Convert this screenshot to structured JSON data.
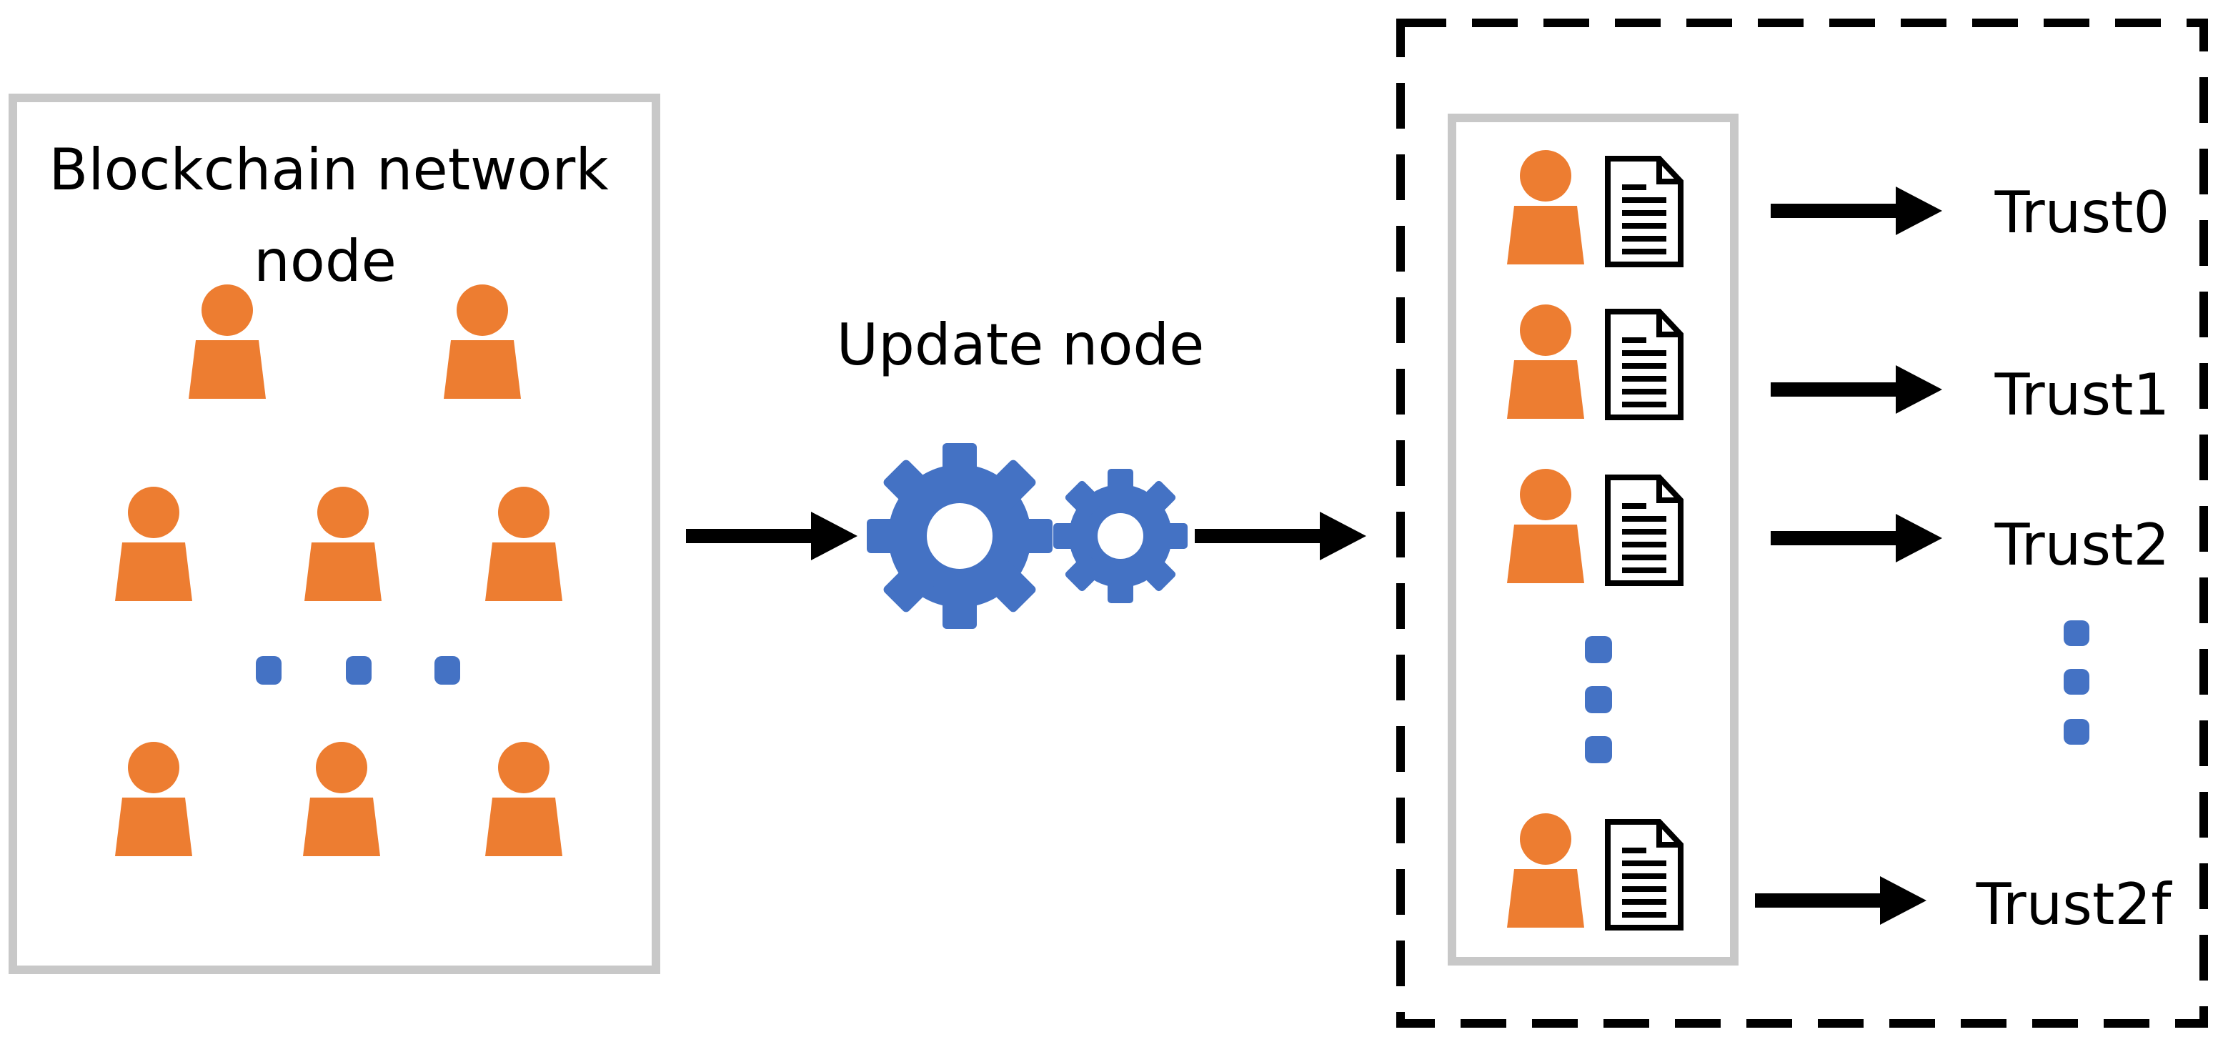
{
  "network_box": {
    "title_line1": "Blockchain network",
    "title_line2": "node"
  },
  "update_label": "Update node",
  "trust_labels": [
    "Trust0",
    "Trust1",
    "Trust2",
    "Trust2f"
  ],
  "colors": {
    "person": "#ED7D31",
    "gear": "#4472C4",
    "dots": "#4472C4",
    "box_border": "#C8C8C8",
    "arrow": "#000000"
  },
  "icons": [
    "person-icon",
    "document-icon",
    "gear-icon",
    "arrow-icon",
    "ellipsis-dots"
  ]
}
